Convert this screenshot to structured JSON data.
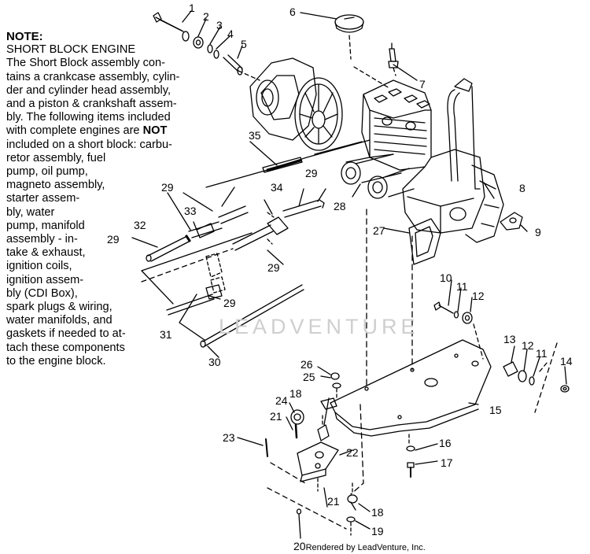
{
  "note": {
    "heading": "NOTE:",
    "lines": [
      "SHORT BLOCK ENGINE",
      "The Short Block assembly con-",
      "tains a crankcase assembly, cylin-",
      "der and cylinder head assembly,",
      "and a piston & crankshaft assem-",
      "bly.  The following items included",
      "with complete engines are",
      "included on a short block:  carbu-",
      "retor assembly, fuel",
      "pump, oil pump,",
      "magneto assembly,",
      "starter assem-",
      "bly, water",
      "pump, manifold",
      "assembly - in-",
      "take & exhaust,",
      "ignition coils,",
      "ignition assem-",
      "bly (CDI Box),",
      "spark plugs & wiring,",
      "water manifolds, and",
      "gaskets if needed to at-",
      "tach these components",
      "to the engine block."
    ],
    "emphasis": "NOT"
  },
  "callouts": [
    "1",
    "2",
    "3",
    "4",
    "5",
    "6",
    "7",
    "8",
    "9",
    "10",
    "11",
    "11",
    "12",
    "12",
    "13",
    "14",
    "15",
    "16",
    "17",
    "18",
    "18",
    "19",
    "21",
    "21",
    "22",
    "23",
    "24",
    "25",
    "26",
    "27",
    "28",
    "29",
    "29",
    "29",
    "29",
    "29",
    "30",
    "31",
    "32",
    "33",
    "34",
    "35"
  ],
  "watermark": "LEADVENTURE",
  "footer": {
    "page_number": "20",
    "credit": "Rendered by LeadVenture, Inc."
  }
}
